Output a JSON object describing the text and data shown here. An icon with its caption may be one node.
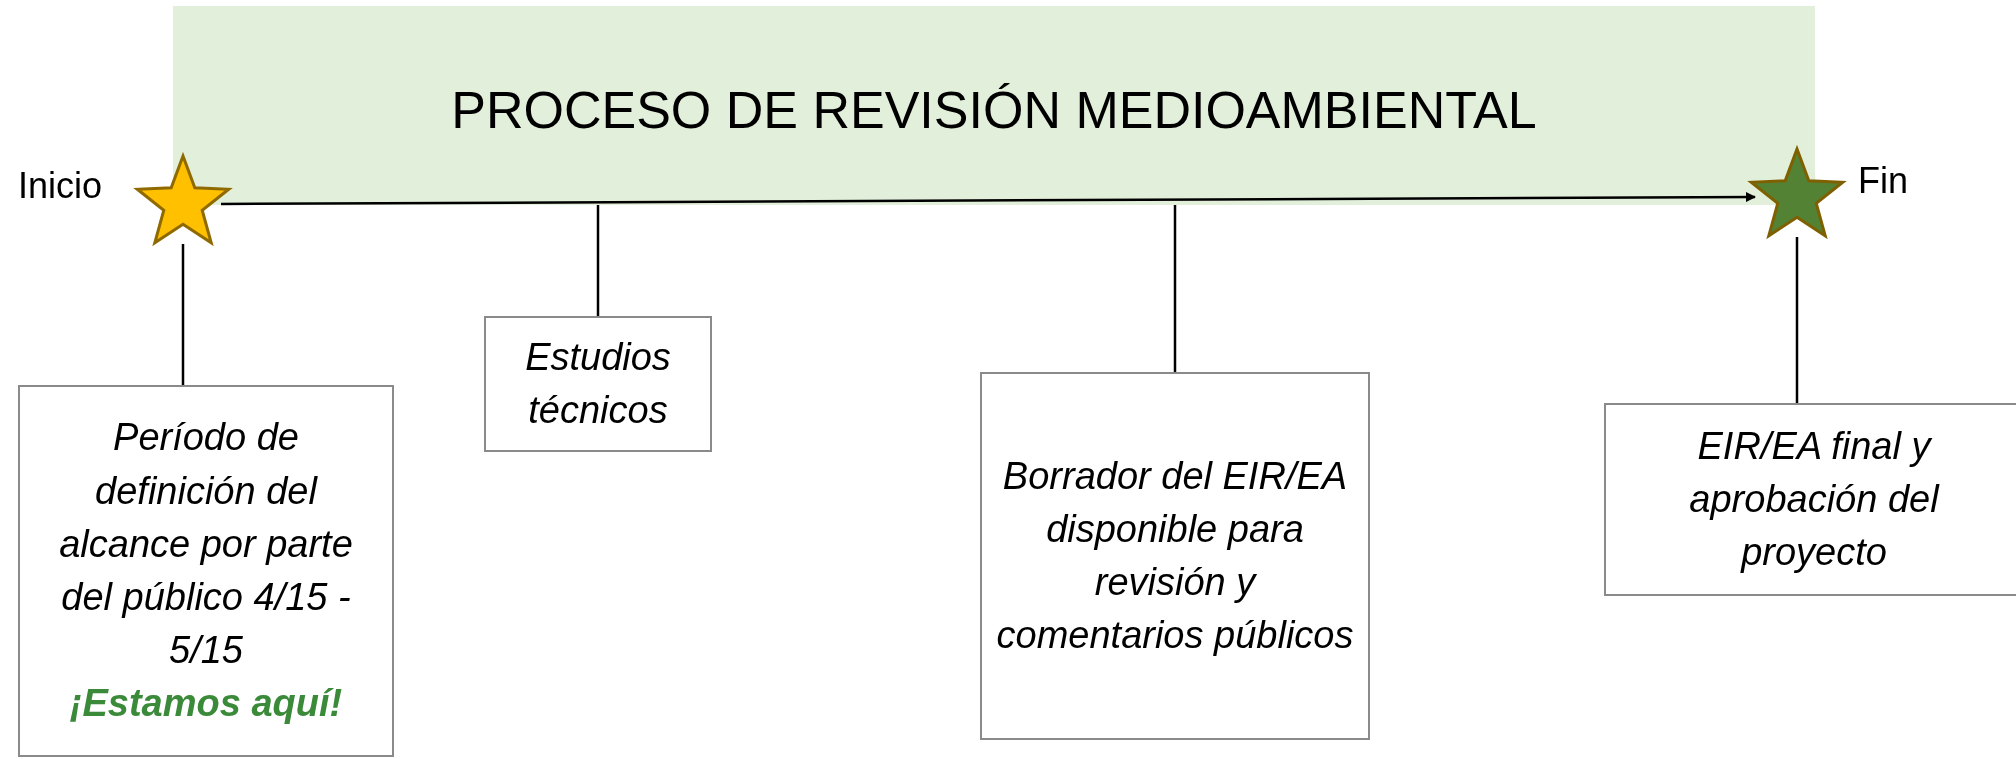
{
  "diagram": {
    "title": "PROCESO DE REVISIÓN MEDIOAMBIENTAL",
    "nodes": [
      {
        "text": [],
        "shape": "star",
        "beside": [
          "Inicio"
        ]
      },
      {
        "text": [],
        "shape": "star",
        "beside": [
          "Fin"
        ]
      },
      {
        "text": [
          "Período de definición del alcance por parte del público 4/15 - 5/15",
          "¡Estamos aquí!"
        ]
      },
      {
        "text": [
          "Estudios técnicos"
        ]
      },
      {
        "text": [
          "Borrador del EIR/EA disponible para revisión y comentarios públicos"
        ]
      },
      {
        "text": [
          "EIR/EA final y aprobación del proyecto"
        ]
      }
    ],
    "edges": [
      {
        "from": 0,
        "to": 1,
        "arrow": "to"
      },
      {
        "from": 0,
        "to": 2,
        "arrow": "none"
      },
      {
        "from": 3,
        "to": null,
        "arrow": "none"
      },
      {
        "from": 4,
        "to": null,
        "arrow": "none"
      },
      {
        "from": 1,
        "to": 5,
        "arrow": "none"
      }
    ]
  }
}
